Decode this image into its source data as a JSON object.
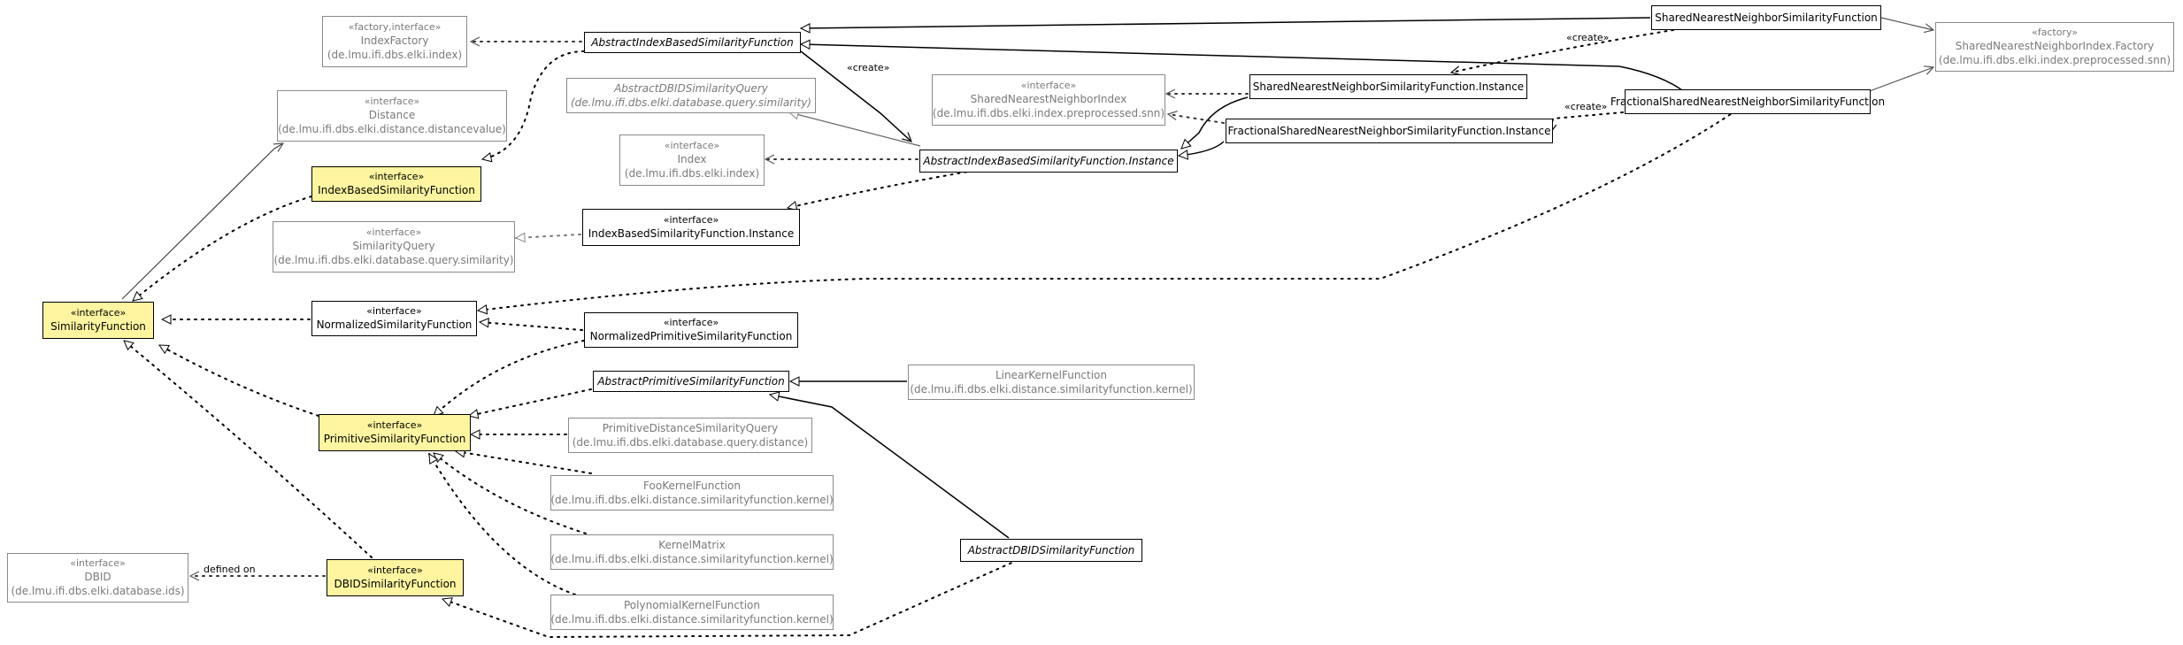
{
  "nodes": {
    "sim_fn": {
      "stereotype": "«interface»",
      "name": "SimilarityFunction"
    },
    "dist": {
      "stereotype": "«interface»",
      "name": "Distance",
      "package": "(de.lmu.ifi.dbs.elki.distance.distancevalue)"
    },
    "idx_factory": {
      "stereotype": "«factory,interface»",
      "name": "IndexFactory",
      "package": "(de.lmu.ifi.dbs.elki.index)"
    },
    "abs_idx_sim": {
      "name": "AbstractIndexBasedSimilarityFunction"
    },
    "idx_sim": {
      "stereotype": "«interface»",
      "name": "IndexBasedSimilarityFunction"
    },
    "abs_dbid_q": {
      "name": "AbstractDBIDSimilarityQuery",
      "package": "(de.lmu.ifi.dbs.elki.database.query.similarity)"
    },
    "snn_index": {
      "stereotype": "«interface»",
      "name": "SharedNearestNeighborIndex",
      "package": "(de.lmu.ifi.dbs.elki.index.preprocessed.snn)"
    },
    "snn_sim": {
      "name": "SharedNearestNeighborSimilarityFunction"
    },
    "snn_factory": {
      "stereotype": "«factory»",
      "name": "SharedNearestNeighborIndex.Factory",
      "package": "(de.lmu.ifi.dbs.elki.index.preprocessed.snn)"
    },
    "snn_inst": {
      "name": "SharedNearestNeighborSimilarityFunction.Instance"
    },
    "frac_sim": {
      "name": "FractionalSharedNearestNeighborSimilarityFunction"
    },
    "frac_inst": {
      "name": "FractionalSharedNearestNeighborSimilarityFunction.Instance"
    },
    "index": {
      "stereotype": "«interface»",
      "name": "Index",
      "package": "(de.lmu.ifi.dbs.elki.index)"
    },
    "abs_idx_inst": {
      "name": "AbstractIndexBasedSimilarityFunction.Instance"
    },
    "sim_query": {
      "stereotype": "«interface»",
      "name": "SimilarityQuery",
      "package": "(de.lmu.ifi.dbs.elki.database.query.similarity)"
    },
    "idx_inst": {
      "stereotype": "«interface»",
      "name": "IndexBasedSimilarityFunction.Instance"
    },
    "norm_sim": {
      "stereotype": "«interface»",
      "name": "NormalizedSimilarityFunction"
    },
    "norm_prim": {
      "stereotype": "«interface»",
      "name": "NormalizedPrimitiveSimilarityFunction"
    },
    "abs_prim": {
      "name": "AbstractPrimitiveSimilarityFunction"
    },
    "linear": {
      "name": "LinearKernelFunction",
      "package": "(de.lmu.ifi.dbs.elki.distance.similarityfunction.kernel)"
    },
    "prim_sim": {
      "stereotype": "«interface»",
      "name": "PrimitiveSimilarityFunction"
    },
    "prim_dist_q": {
      "name": "PrimitiveDistanceSimilarityQuery",
      "package": "(de.lmu.ifi.dbs.elki.database.query.distance)"
    },
    "foo": {
      "name": "FooKernelFunction",
      "package": "(de.lmu.ifi.dbs.elki.distance.similarityfunction.kernel)"
    },
    "kmatrix": {
      "name": "KernelMatrix",
      "package": "(de.lmu.ifi.dbs.elki.distance.similarityfunction.kernel)"
    },
    "poly": {
      "name": "PolynomialKernelFunction",
      "package": "(de.lmu.ifi.dbs.elki.distance.similarityfunction.kernel)"
    },
    "abs_dbid_sim": {
      "name": "AbstractDBIDSimilarityFunction"
    },
    "dbid": {
      "stereotype": "«interface»",
      "name": "DBID",
      "package": "(de.lmu.ifi.dbs.elki.database.ids)"
    },
    "dbid_sim": {
      "stereotype": "«interface»",
      "name": "DBIDSimilarityFunction"
    }
  },
  "edge_labels": {
    "create_abs": "«create»",
    "create_snn": "«create»",
    "create_frac": "«create»",
    "defined_on": "defined on"
  }
}
